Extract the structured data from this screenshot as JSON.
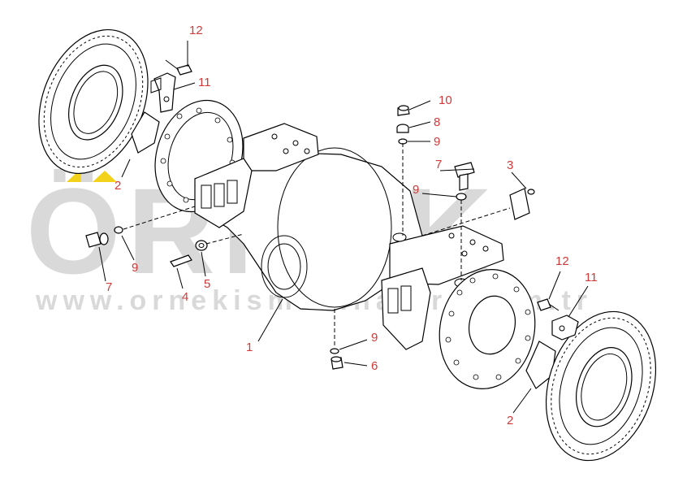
{
  "watermark": {
    "brand": "ÖRNEK",
    "website": "www.ornekismakinaları.com.tr",
    "accent_color": "#f2d21b",
    "text_color": "#d9d9d9"
  },
  "callout_color": "#d23a3a",
  "callouts": [
    {
      "id": "c12a",
      "text": "12"
    },
    {
      "id": "c11a",
      "text": "11"
    },
    {
      "id": "c10",
      "text": "10"
    },
    {
      "id": "c8",
      "text": "8"
    },
    {
      "id": "c9a",
      "text": "9"
    },
    {
      "id": "c7a",
      "text": "7"
    },
    {
      "id": "c3",
      "text": "3"
    },
    {
      "id": "c9b",
      "text": "9"
    },
    {
      "id": "c2a",
      "text": "2"
    },
    {
      "id": "c7b",
      "text": "7"
    },
    {
      "id": "c9c",
      "text": "9"
    },
    {
      "id": "c4",
      "text": "4"
    },
    {
      "id": "c5",
      "text": "5"
    },
    {
      "id": "c1",
      "text": "1"
    },
    {
      "id": "c9d",
      "text": "9"
    },
    {
      "id": "c6",
      "text": "6"
    },
    {
      "id": "c12b",
      "text": "12"
    },
    {
      "id": "c11b",
      "text": "11"
    },
    {
      "id": "c2b",
      "text": "2"
    }
  ]
}
